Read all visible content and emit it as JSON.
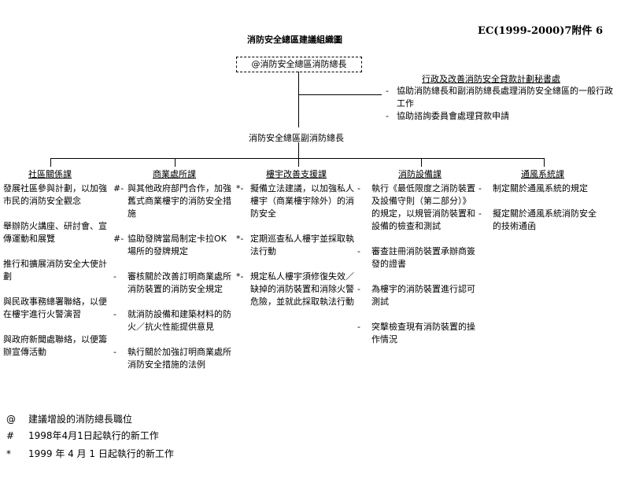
{
  "ref": "EC(1999-2000)7",
  "annex": "附件",
  "annex_no": "6",
  "title": "消防安全總區建議組織圖",
  "top_box": "@消防安全總區消防總長",
  "secretariat": {
    "head": "行政及改善消防安全貸款計劃秘書處",
    "items": [
      "協助消防總長和副消防總長處理消防安全總區的一般行政工作",
      "協助諮詢委員會處理貸款申請"
    ]
  },
  "deputy": "消防安全總區副消防總長",
  "divisions": [
    {
      "head": "社區關係課",
      "items": [
        {
          "mark": "",
          "text": "發展社區參與計劃，以加強市民的消防安全觀念"
        },
        {
          "mark": "",
          "text": "舉辦防火講座、研討會、宣傳運動和展覽"
        },
        {
          "mark": "",
          "text": "推行和擴展消防安全大使計劃"
        },
        {
          "mark": "",
          "text": "與民政事務總署聯絡，以便在樓宇進行火警演習"
        },
        {
          "mark": "",
          "text": "與政府新聞處聯絡，以便籌辦宣傳活動"
        }
      ]
    },
    {
      "head": "商業處所課",
      "items": [
        {
          "mark": "#-",
          "text": "與其他政府部門合作，加強舊式商業樓宇的消防安全措施"
        },
        {
          "mark": "#-",
          "text": "協助發牌當局制定卡拉OK場所的發牌規定"
        },
        {
          "mark": "-",
          "text": "審核關於改善訂明商業處所消防裝置的消防安全規定"
        },
        {
          "mark": "-",
          "text": "就消防設備和建築材料的防火／抗火性能提供意見"
        },
        {
          "mark": "-",
          "text": "執行關於加強訂明商業處所消防安全措施的法例"
        }
      ]
    },
    {
      "head": "樓宇改善支援課",
      "items": [
        {
          "mark": "*-",
          "text": "擬備立法建議，以加強私人樓宇（商業樓宇除外）的消防安全"
        },
        {
          "mark": "*-",
          "text": "定期巡查私人樓宇並採取執法行動"
        },
        {
          "mark": "*-",
          "text": "規定私人樓宇須修復失效／缺掉的消防裝置和消除火警危險，並就此採取執法行動"
        }
      ]
    },
    {
      "head": "消防設備課",
      "items": [
        {
          "mark": "-",
          "text": "執行《最低限度之消防裝置及設備守則（第二部分）》的規定，以規管消防裝置和設備的檢查和測試"
        },
        {
          "mark": "-",
          "text": "審查註冊消防裝置承辦商簽發的證書"
        },
        {
          "mark": "-",
          "text": "為樓宇的消防裝置進行認可測試"
        },
        {
          "mark": "-",
          "text": "突擊檢查現有消防裝置的操作情況"
        }
      ]
    },
    {
      "head": "通風系統課",
      "items": [
        {
          "mark": "-",
          "text": "制定關於通風系統的規定"
        },
        {
          "mark": "-",
          "text": "擬定關於通風系統消防安全的技術通函"
        }
      ]
    }
  ],
  "legend": [
    {
      "sym": "@",
      "text": "建議增設的消防總長職位"
    },
    {
      "sym": "#",
      "text": "1998年4月1日起執行的新工作"
    },
    {
      "sym": "*",
      "text": "1999 年 4 月 1 日起執行的新工作"
    }
  ]
}
